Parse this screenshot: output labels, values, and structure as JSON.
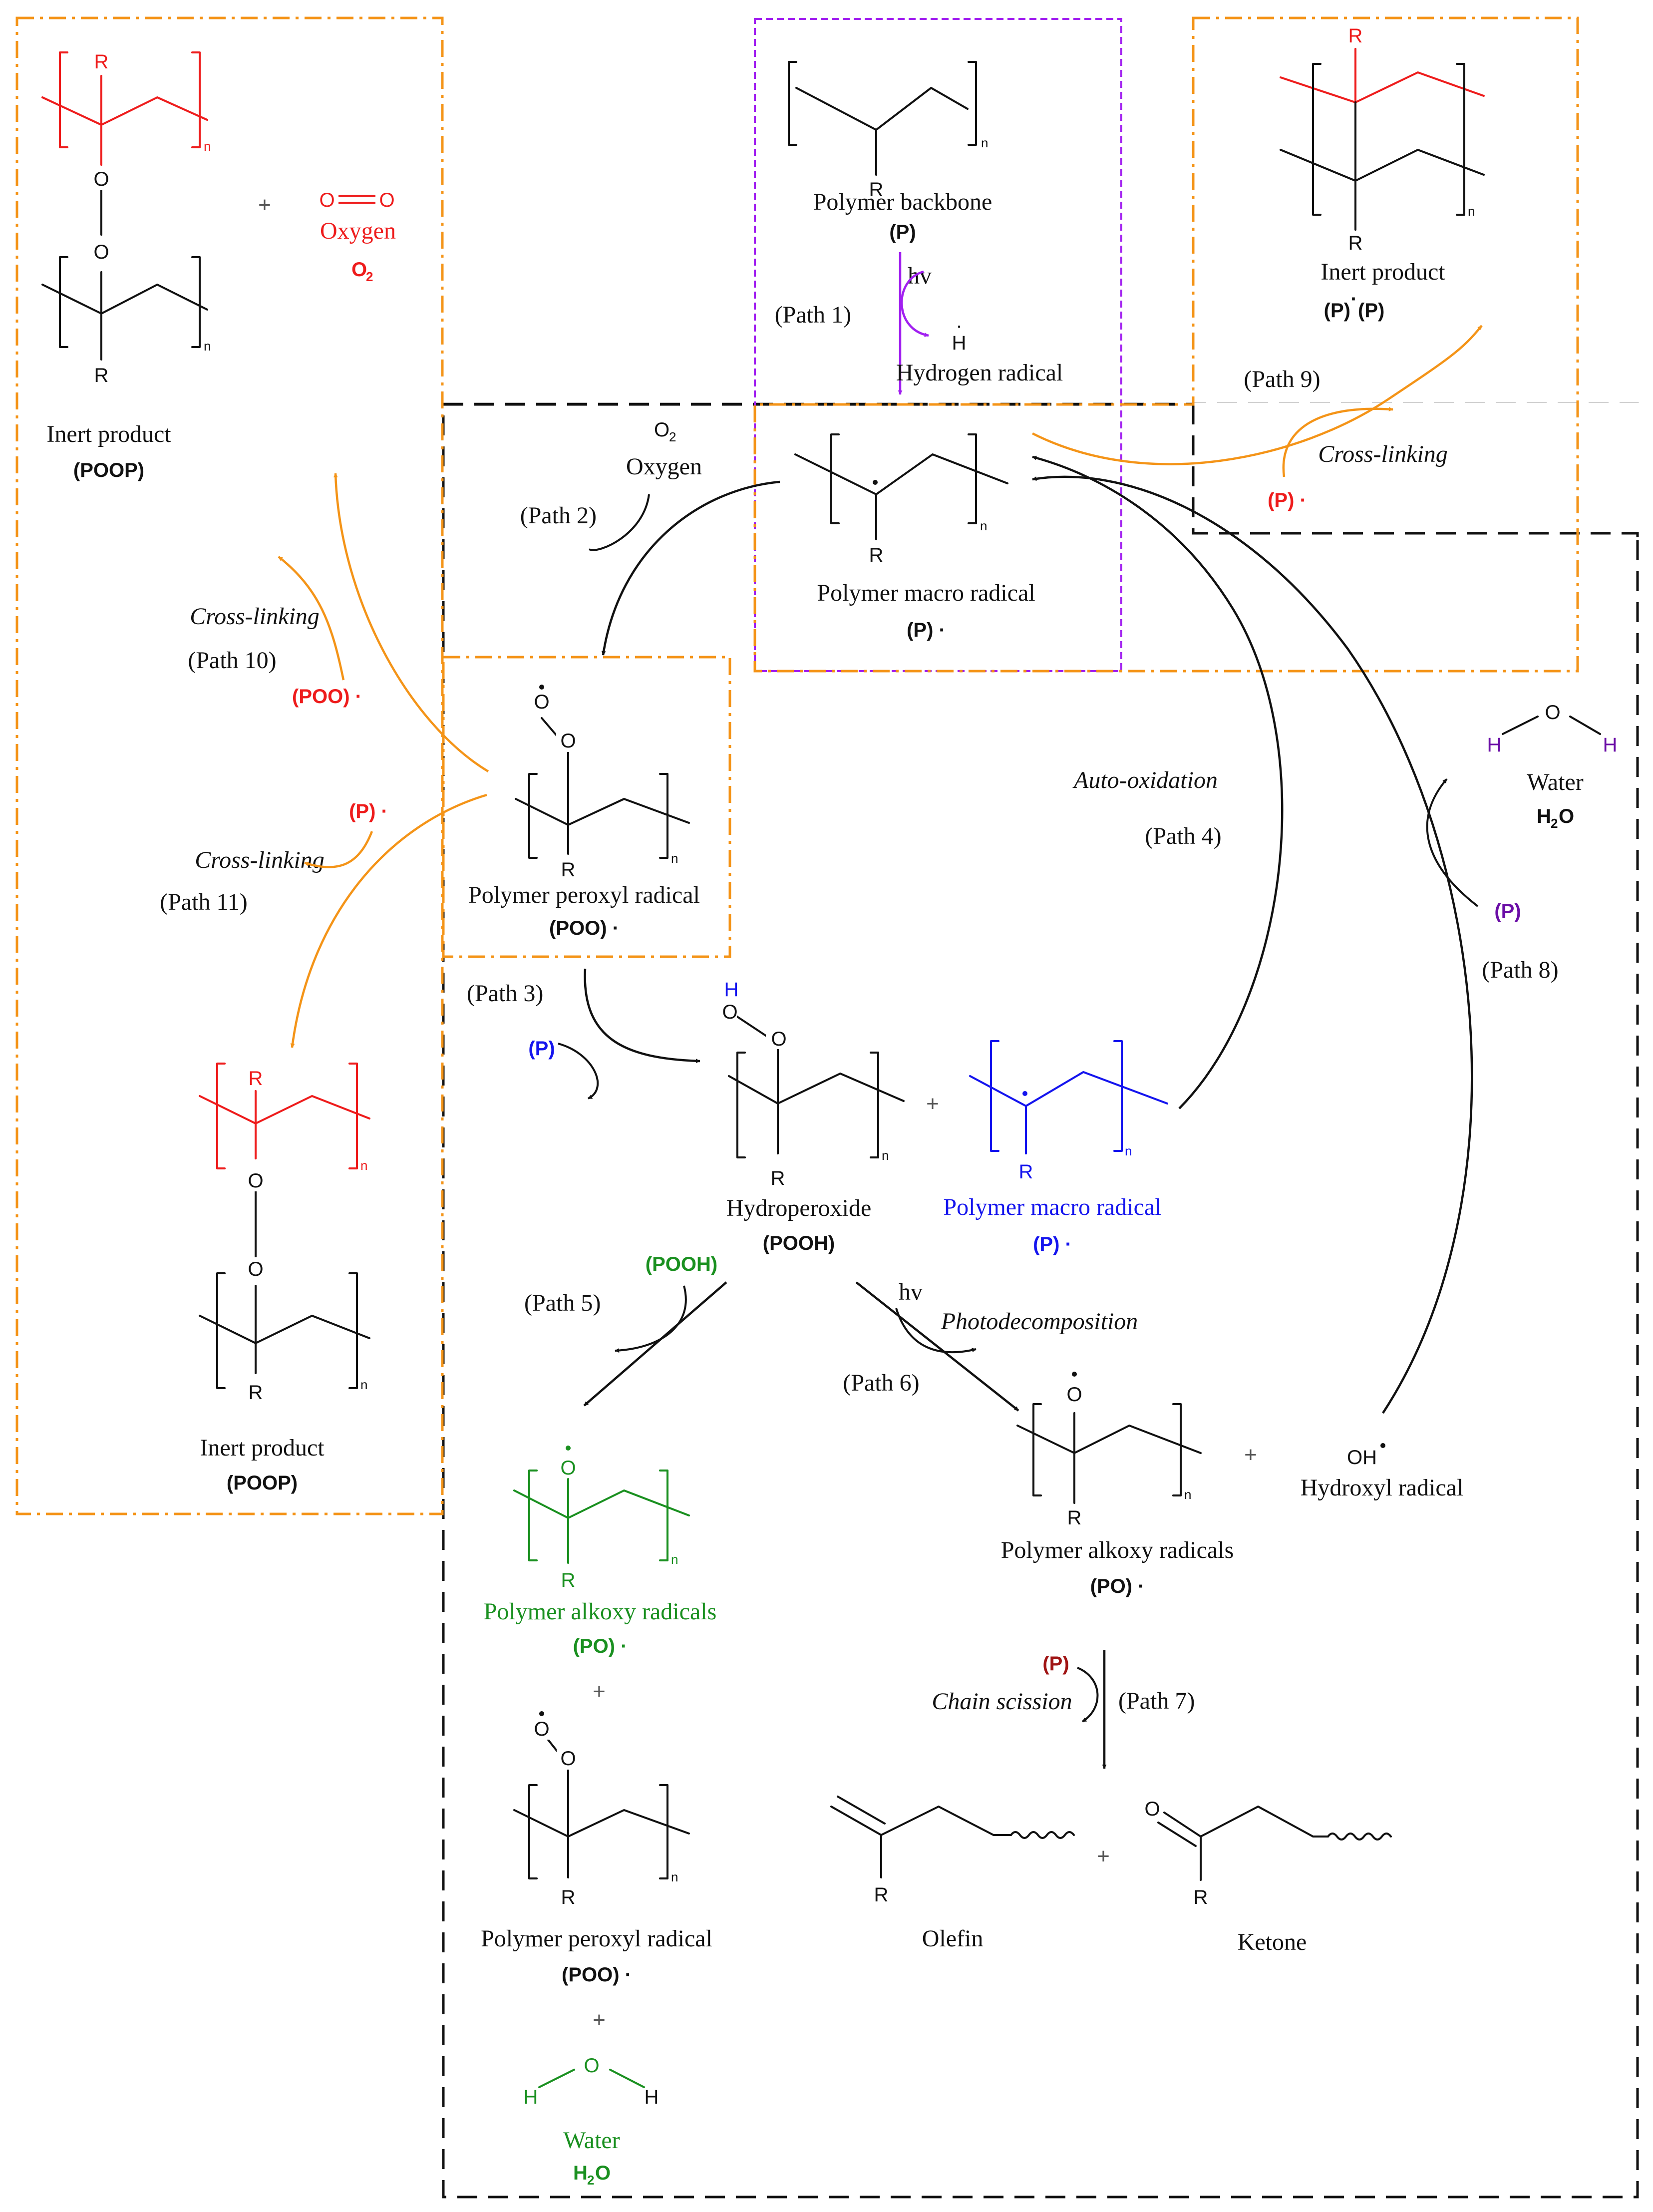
{
  "colors": {
    "black": "#111111",
    "red": "#ee1c1c",
    "blue": "#1515ee",
    "green": "#1a9020",
    "purple": "#a120f0",
    "orange": "#f49418",
    "violet": "#6a0da6",
    "darkred": "#a01414"
  },
  "atoms": {
    "R": "R",
    "n": "n",
    "O": "O",
    "H": "H",
    "hv": "hv",
    "plus": "+",
    "radical_dot": "·"
  },
  "backbone": {
    "name": "Polymer backbone",
    "code": "(P)"
  },
  "path1": {
    "label": "(Path 1)",
    "byproduct": "Hydrogen radical"
  },
  "macro_radical": {
    "name": "Polymer macro radical",
    "code": "(P) ·"
  },
  "path2": {
    "label": "(Path 2)",
    "reagent_formula": "O",
    "reagent_sub": "2",
    "reagent_name": "Oxygen"
  },
  "peroxyl": {
    "name": "Polymer peroxyl radical",
    "code": "(POO) ·"
  },
  "path3": {
    "label": "(Path 3)",
    "reagent": "(P)"
  },
  "hydroperoxide": {
    "name": "Hydroperoxide",
    "code": "(POOH)"
  },
  "blue_radical": {
    "name": "Polymer macro radical",
    "code": "(P) ·"
  },
  "path4": {
    "label": "(Path 4)",
    "mechanism": "Auto-oxidation"
  },
  "path5": {
    "label": "(Path 5)",
    "reagent": "(POOH)"
  },
  "green_products": {
    "alkoxy_name": "Polymer alkoxy radicals",
    "alkoxy_code": "(PO) ·",
    "peroxyl_name": "Polymer peroxyl radical",
    "peroxyl_code": "(POO) ·",
    "water_name": "Water",
    "water_code_main": "H",
    "water_code_sub": "2",
    "water_code_tail": "O"
  },
  "path6": {
    "label": "(Path 6)",
    "mechanism": "Photodecomposition"
  },
  "alkoxy": {
    "name": "Polymer alkoxy radicals",
    "code": "(PO) ·"
  },
  "hydroxyl": {
    "formula": "OH",
    "name": "Hydroxyl radical"
  },
  "path7": {
    "label": "(Path 7)",
    "reagent": "(P)",
    "mechanism": "Chain scission"
  },
  "olefin": {
    "name": "Olefin"
  },
  "ketone": {
    "name": "Ketone"
  },
  "path8": {
    "label": "(Path 8)",
    "reagent": "(P)"
  },
  "water_top": {
    "name": "Water",
    "code_main": "H",
    "code_sub": "2",
    "code_tail": "O"
  },
  "path9": {
    "label": "(Path 9)",
    "mechanism": "Cross-linking",
    "reagent": "(P) ·"
  },
  "inert_pp": {
    "name": "Inert product",
    "code_a": "(P)",
    "code_dot": "·",
    "code_b": "(P)"
  },
  "path10": {
    "label": "(Path 10)",
    "mechanism": "Cross-linking",
    "reagent": "(POO) ·"
  },
  "path11": {
    "label": "(Path 11)",
    "mechanism": "Cross-linking",
    "reagent": "(P) ·"
  },
  "inert_poop_top": {
    "name": "Inert product",
    "code": "(POOP)"
  },
  "oxygen_top": {
    "name": "Oxygen",
    "formula": "O",
    "sub": "2"
  },
  "inert_poop_bottom": {
    "name": "Inert product",
    "code": "(POOP)"
  }
}
